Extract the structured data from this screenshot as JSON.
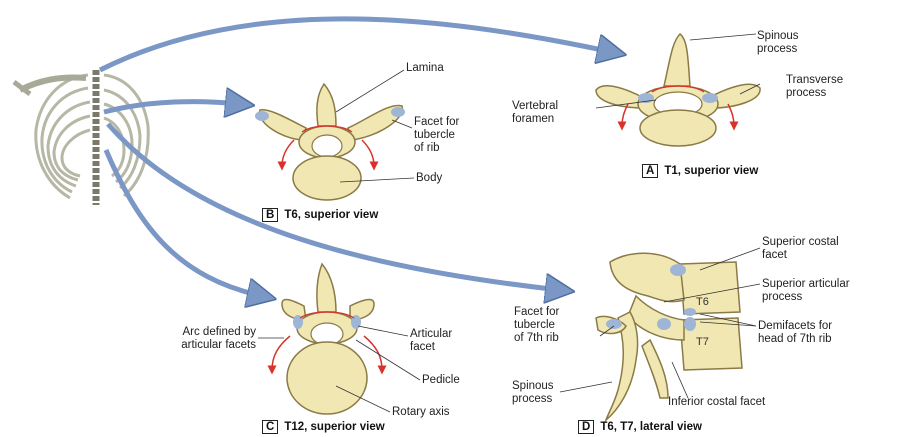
{
  "labels": {
    "spinous_process_a": [
      "Spinous",
      "process"
    ],
    "transverse_process": [
      "Transverse",
      "process"
    ],
    "vertebral_foramen": [
      "Vertebral",
      "foramen"
    ],
    "lamina": "Lamina",
    "facet_tubercle_rib": [
      "Facet for",
      "tubercle",
      "of rib"
    ],
    "body": "Body",
    "superior_costal_facet": [
      "Superior costal",
      "facet"
    ],
    "superior_articular_process": [
      "Superior articular",
      "process"
    ],
    "t6": "T6",
    "t7": "T7",
    "demifacets": [
      "Demifacets for",
      "head of 7th rib"
    ],
    "facet_tubercle_7th": [
      "Facet for",
      "tubercle",
      "of 7th rib"
    ],
    "spinous_process_d": [
      "Spinous",
      "process"
    ],
    "inferior_costal_facet": "Inferior costal facet",
    "arc_defined": [
      "Arc defined by",
      "articular facets"
    ],
    "articular_facet": [
      "Articular",
      "facet"
    ],
    "pedicle": "Pedicle",
    "rotary_axis": "Rotary axis"
  },
  "captions": [
    {
      "letter": "A",
      "text": "T1, superior view"
    },
    {
      "letter": "B",
      "text": "T6, superior view"
    },
    {
      "letter": "C",
      "text": "T12, superior view"
    },
    {
      "letter": "D",
      "text": "T6, T7, lateral view"
    }
  ],
  "colors": {
    "bone": "#f1e7b3",
    "bone_edge": "#8a7a45",
    "facet": "#9fb5d6",
    "arrow": "#6f8fc0",
    "motion": "#d8322a"
  }
}
